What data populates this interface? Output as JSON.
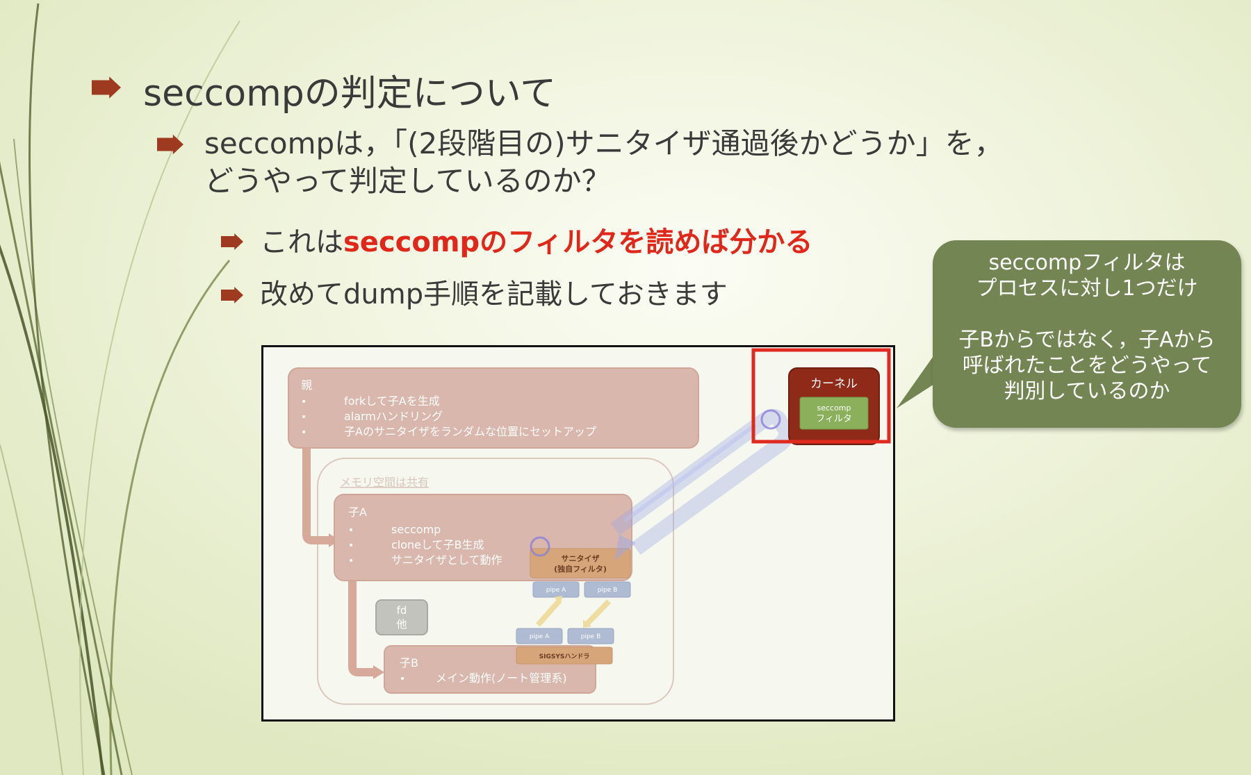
{
  "slide": {
    "bullet1": "seccompの判定について",
    "bullet2_line1": "seccompは，「(2段階目の)サニタイザ通過後かどうか」を，",
    "bullet2_line2": "どうやって判定しているのか？",
    "bullet3a_prefix": "これは",
    "bullet3a_highlight": "seccompのフィルタを読めば分かる",
    "bullet3b": "改めてdump手順を記載しておきます"
  },
  "callout": {
    "line1": "seccompフィルタは",
    "line2": "プロセスに対し1つだけ",
    "line3": "子Bからではなく，子Aから",
    "line4": "呼ばれたことをどうやって",
    "line5": "判別しているのか"
  },
  "diagram": {
    "parent": {
      "title": "親",
      "items": [
        "forkして子Aを生成",
        "alarmハンドリング",
        "子Aのサニタイザをランダムな位置にセットアップ"
      ]
    },
    "shared_memory_label": "メモリ空間は共有",
    "child_a": {
      "title": "子A",
      "items": [
        "seccomp",
        "cloneして子B生成",
        "サニタイザとして動作"
      ]
    },
    "sanitizer_line1": "サニタイザ",
    "sanitizer_line2": "(独自フィルタ)",
    "pipe_top_a": "pipe A",
    "pipe_top_b": "pipe B",
    "pipe_bottom_a": "pipe A",
    "pipe_bottom_b": "pipe B",
    "fd_line1": "fd",
    "fd_line2": "他",
    "sigsys_handler": "SIGSYSハンドラ",
    "child_b": {
      "title": "子B",
      "items": [
        "メイン動作(ノート管理系)"
      ]
    },
    "kernel_title": "カーネル",
    "seccomp_filter_line1": "seccomp",
    "seccomp_filter_line2": "フィルタ",
    "bullet_char": "•"
  },
  "colors": {
    "accent_red": "#e0271a",
    "bullet_arrow": "#9e3a1f",
    "callout_bg": "#728553",
    "kernel_bg": "#8e2a17",
    "filter_bg": "#8bb05c",
    "highlight_box": "#e02a20"
  },
  "icons": {
    "bullet": "arrow-bullet-icon"
  }
}
